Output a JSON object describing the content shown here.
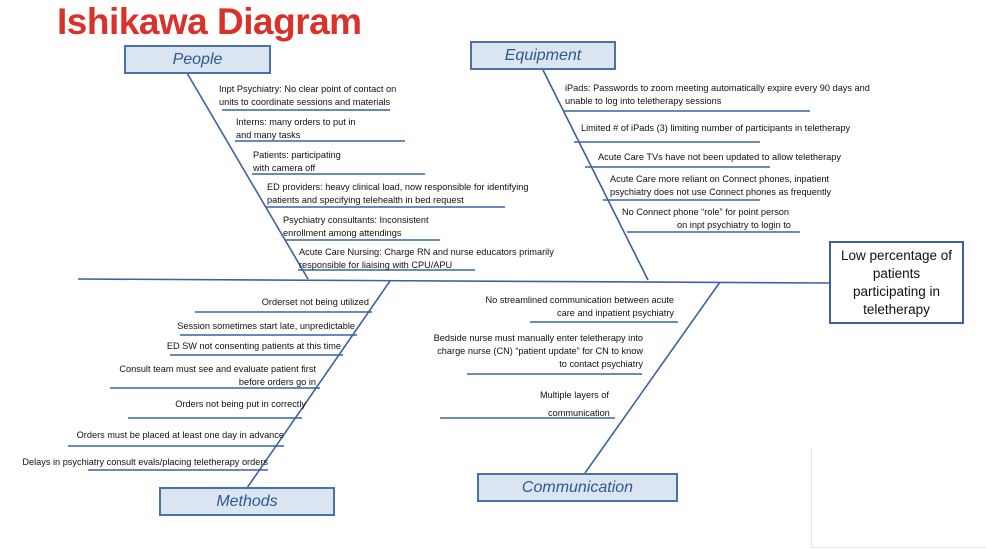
{
  "title": "Ishikawa Diagram",
  "effect": "Low percentage of patients participating in teletherapy",
  "categories": {
    "people": {
      "label": "People",
      "causes": [
        [
          "Inpt Psychiatry: No clear point of contact on",
          "units to coordinate sessions and materials"
        ],
        [
          "Interns: many orders to put in",
          "and many tasks"
        ],
        [
          "Patients: participating",
          "with camera off"
        ],
        [
          "ED providers: heavy clinical load, now responsible for identifying",
          "patients and specifying telehealth in bed request"
        ],
        [
          "Psychiatry consultants: Inconsistent",
          "enrollment among attendings"
        ],
        [
          "Acute Care Nursing: Charge RN and nurse educators primarily",
          "responsible for liaising with CPU/APU"
        ]
      ]
    },
    "equipment": {
      "label": "Equipment",
      "causes": [
        [
          "iPads: Passwords to zoom meeting automatically expire every 90 days and",
          "unable to log into teletherapy sessions"
        ],
        [
          "Limited # of iPads (3) limiting number of participants in teletherapy"
        ],
        [
          "Acute Care TVs have not been updated to allow teletherapy"
        ],
        [
          "Acute Care more reliant on Connect phones, inpatient",
          "psychiatry does not use Connect phones as frequently"
        ],
        [
          "No Connect phone “role” for point person",
          "on inpt psychiatry to login to"
        ]
      ]
    },
    "methods": {
      "label": "Methods",
      "causes": [
        [
          "Orderset not being utilized"
        ],
        [
          "Session sometimes start late, unpredictable"
        ],
        [
          "ED SW not consenting patients at this time"
        ],
        [
          "Consult team must see and evaluate patient first",
          "before orders go in"
        ],
        [
          "Orders not being put in correctly"
        ],
        [
          "Orders must be placed at least one day in advance"
        ],
        [
          "Delays in psychiatry consult evals/placing teletherapy orders"
        ]
      ]
    },
    "communication": {
      "label": "Communication",
      "causes": [
        [
          "No streamlined communication between acute",
          "care and inpatient psychiatry"
        ],
        [
          "Bedside nurse must manually enter teletherapy into",
          "charge nurse (CN) “patient update” for CN to know",
          "to contact psychiatry"
        ],
        [
          "Multiple layers of",
          "communication"
        ]
      ]
    }
  },
  "colors": {
    "title": "#d9322b",
    "box_fill": "#dbe4f1",
    "box_border": "#4a72a6",
    "box_text": "#2c5a8f",
    "line": "#3c62a0"
  }
}
